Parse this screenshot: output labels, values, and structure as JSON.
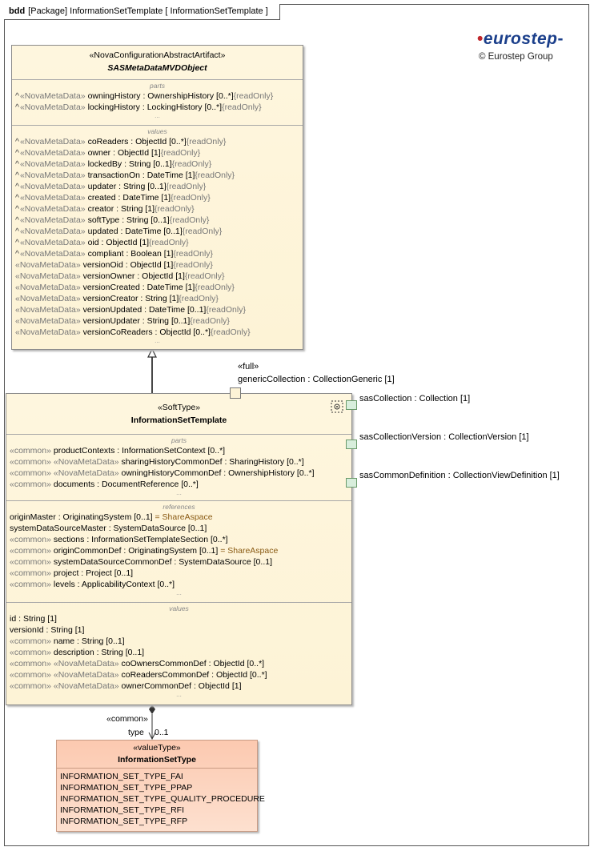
{
  "diagram": {
    "kind": "bdd",
    "title": "[Package] InformationSetTemplate [ InformationSetTemplate ]"
  },
  "logo": {
    "text": "eurostep",
    "copyright": "© Eurostep Group",
    "brand_color": "#1b3f8b",
    "accent_color": "#c0282d"
  },
  "classes": {
    "sas": {
      "stereotype": "«NovaConfigurationAbstractArtifact»",
      "name": "SASMetaDataMVDObject",
      "parts_title": "parts",
      "parts": [
        {
          "caret": "^",
          "stereo": "«NovaMetaData»",
          "name": "owningHistory",
          "type": " : OwnershipHistory [0..*]",
          "mod": "{readOnly}"
        },
        {
          "caret": "^",
          "stereo": "«NovaMetaData»",
          "name": "lockingHistory",
          "type": " : LockingHistory [0..*]",
          "mod": "{readOnly}"
        }
      ],
      "values_title": "values",
      "values": [
        {
          "caret": "^",
          "stereo": "«NovaMetaData»",
          "name": "coReaders",
          "type": " : ObjectId [0..*]",
          "mod": "{readOnly}"
        },
        {
          "caret": "^",
          "stereo": "«NovaMetaData»",
          "name": "owner",
          "type": " : ObjectId [1]",
          "mod": "{readOnly}"
        },
        {
          "caret": "^",
          "stereo": "«NovaMetaData»",
          "name": "lockedBy",
          "type": " : String [0..1]",
          "mod": "{readOnly}"
        },
        {
          "caret": "^",
          "stereo": "«NovaMetaData»",
          "name": "transactionOn",
          "type": " : DateTime [1]",
          "mod": "{readOnly}"
        },
        {
          "caret": "^",
          "stereo": "«NovaMetaData»",
          "name": "updater",
          "type": " : String [0..1]",
          "mod": "{readOnly}"
        },
        {
          "caret": "^",
          "stereo": "«NovaMetaData»",
          "name": "created",
          "type": " : DateTime [1]",
          "mod": "{readOnly}"
        },
        {
          "caret": "^",
          "stereo": "«NovaMetaData»",
          "name": "creator",
          "type": " : String [1]",
          "mod": "{readOnly}"
        },
        {
          "caret": "^",
          "stereo": "«NovaMetaData»",
          "name": "softType",
          "type": " : String [0..1]",
          "mod": "{readOnly}"
        },
        {
          "caret": "^",
          "stereo": "«NovaMetaData»",
          "name": "updated",
          "type": " : DateTime [0..1]",
          "mod": "{readOnly}"
        },
        {
          "caret": "^",
          "stereo": "«NovaMetaData»",
          "name": "oid",
          "type": " : ObjectId [1]",
          "mod": "{readOnly}"
        },
        {
          "caret": "^",
          "stereo": "«NovaMetaData»",
          "name": "compliant",
          "type": " : Boolean [1]",
          "mod": "{readOnly}"
        },
        {
          "caret": "",
          "stereo": "«NovaMetaData»",
          "name": "versionOid",
          "type": " : ObjectId [1]",
          "mod": "{readOnly}"
        },
        {
          "caret": "",
          "stereo": "«NovaMetaData»",
          "name": "versionOwner",
          "type": " : ObjectId [1]",
          "mod": "{readOnly}"
        },
        {
          "caret": "",
          "stereo": "«NovaMetaData»",
          "name": "versionCreated",
          "type": " : DateTime [1]",
          "mod": "{readOnly}"
        },
        {
          "caret": "",
          "stereo": "«NovaMetaData»",
          "name": "versionCreator",
          "type": " : String [1]",
          "mod": "{readOnly}"
        },
        {
          "caret": "",
          "stereo": "«NovaMetaData»",
          "name": "versionUpdated",
          "type": " : DateTime [0..1]",
          "mod": "{readOnly}"
        },
        {
          "caret": "",
          "stereo": "«NovaMetaData»",
          "name": "versionUpdater",
          "type": " : String [0..1]",
          "mod": "{readOnly}"
        },
        {
          "caret": "",
          "stereo": "«NovaMetaData»",
          "name": "versionCoReaders",
          "type": " : ObjectId [0..*]",
          "mod": "{readOnly}"
        }
      ],
      "ellipsis": "..."
    },
    "ist": {
      "stereotype": "«SoftType»",
      "name": "InformationSetTemplate",
      "parts_title": "parts",
      "parts": [
        {
          "stereo": "«common»",
          "name": "productContexts",
          "type": " : InformationSetContext [0..*]"
        },
        {
          "stereo": "«common» «NovaMetaData»",
          "name": "sharingHistoryCommonDef",
          "type": " : SharingHistory [0..*]"
        },
        {
          "stereo": "«common» «NovaMetaData»",
          "name": "owningHistoryCommonDef",
          "type": " : OwnershipHistory [0..*]"
        },
        {
          "stereo": "«common»",
          "name": "documents",
          "type": " : DocumentReference [0..*]"
        }
      ],
      "references_title": "references",
      "references": [
        {
          "stereo": "",
          "name": "originMaster",
          "type": " : OriginatingSystem [0..1] ",
          "dv": "= ShareAspace"
        },
        {
          "stereo": "",
          "name": "systemDataSourceMaster",
          "type": " : SystemDataSource [0..1]",
          "dv": ""
        },
        {
          "stereo": "«common»",
          "name": "sections",
          "type": " : InformationSetTemplateSection [0..*]",
          "dv": ""
        },
        {
          "stereo": "«common»",
          "name": "originCommonDef",
          "type": " : OriginatingSystem [0..1] ",
          "dv": "= ShareAspace"
        },
        {
          "stereo": "«common»",
          "name": "systemDataSourceCommonDef",
          "type": " : SystemDataSource [0..1]",
          "dv": ""
        },
        {
          "stereo": "«common»",
          "name": "project",
          "type": " : Project [0..1]",
          "dv": ""
        },
        {
          "stereo": "«common»",
          "name": "levels",
          "type": " : ApplicabilityContext [0..*]",
          "dv": ""
        }
      ],
      "values_title": "values",
      "values": [
        {
          "stereo": "",
          "name": "id",
          "type": " : String [1]"
        },
        {
          "stereo": "",
          "name": "versionId",
          "type": " : String [1]"
        },
        {
          "stereo": "«common»",
          "name": "name",
          "type": " : String [0..1]"
        },
        {
          "stereo": "«common»",
          "name": "description",
          "type": " : String [0..1]"
        },
        {
          "stereo": "«common» «NovaMetaData»",
          "name": "coOwnersCommonDef",
          "type": " : ObjectId [0..*]"
        },
        {
          "stereo": "«common» «NovaMetaData»",
          "name": "coReadersCommonDef",
          "type": " : ObjectId [0..*]"
        },
        {
          "stereo": "«common» «NovaMetaData»",
          "name": "ownerCommonDef",
          "type": " : ObjectId [1]"
        }
      ],
      "ellipsis": "..."
    },
    "ist_type": {
      "stereotype": "«valueType»",
      "name": "InformationSetType",
      "literals": [
        "INFORMATION_SET_TYPE_FAI",
        "INFORMATION_SET_TYPE_PPAP",
        "INFORMATION_SET_TYPE_QUALITY_PROCEDURE",
        "INFORMATION_SET_TYPE_RFI",
        "INFORMATION_SET_TYPE_RFP"
      ]
    }
  },
  "ports": {
    "full_stereo": "«full»",
    "generic": "genericCollection : CollectionGeneric [1]",
    "sas_collection": "sasCollection : Collection [1]",
    "sas_collection_version": "sasCollectionVersion : CollectionVersion [1]",
    "sas_common_definition": "sasCommonDefinition : CollectionViewDefinition [1]"
  },
  "association": {
    "stereo": "«common»",
    "role": "type",
    "multiplicity": "0..1"
  }
}
